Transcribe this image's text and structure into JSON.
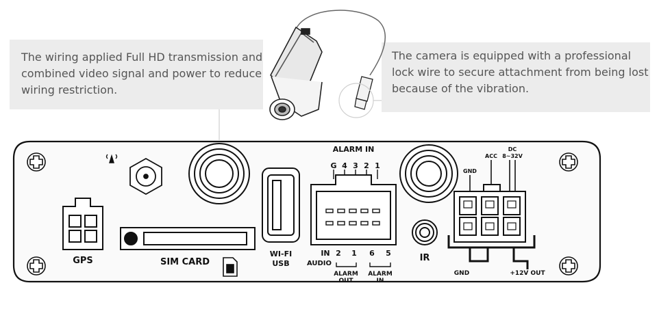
{
  "callouts": {
    "left": [
      "The wiring applied Full HD transmission and",
      "combined video signal and power to reduce",
      "wiring restriction."
    ],
    "right": [
      "The camera is equipped with a professional",
      "lock wire to secure attachment from being lost",
      "because of the vibration."
    ]
  },
  "panel": {
    "gps": "GPS",
    "sim_card": "SIM CARD",
    "wifi": "WI-FI",
    "usb": "USB",
    "ir": "IR",
    "alarm_in_title": "ALARM IN",
    "alarm_in_pins": [
      "G",
      "4",
      "3",
      "2",
      "1"
    ],
    "audio_in": "IN",
    "audio": "AUDIO",
    "audio_pins": [
      "2",
      "1"
    ],
    "alarm_in_lower_pins": [
      "6",
      "5"
    ],
    "alarm_out_1": "ALARM",
    "alarm_out_2": "OUT",
    "alarm_in_lower_1": "ALARM",
    "alarm_in_lower_2": "IN",
    "gnd_top": "GND",
    "acc": "ACC",
    "dc_1": "DC",
    "dc_2": "8~32V",
    "gnd_bottom": "GND",
    "out_12v": "+12V OUT"
  }
}
